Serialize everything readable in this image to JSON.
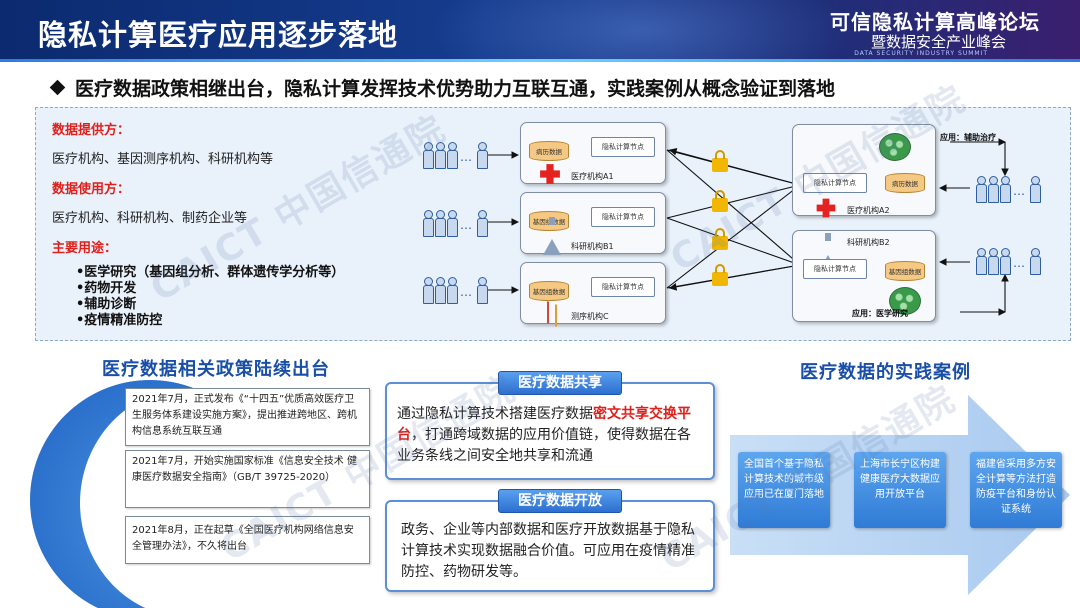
{
  "header": {
    "page_title": "隐私计算医疗应用逐步落地",
    "forum_title": "可信隐私计算高峰论坛",
    "forum_subtitle": "暨数据安全产业峰会",
    "forum_english": "DATA SECURITY INDUSTRY SUMMIT"
  },
  "headline": "医疗数据政策相继出台，隐私计算发挥技术优势助力互联互通，实践案例从概念验证到落地",
  "overview": {
    "provider_label": "数据提供方：",
    "provider_text": "医疗机构、基因测序机构、科研机构等",
    "user_label": "数据使用方：",
    "user_text": "医疗机构、科研机构、制药企业等",
    "use_label": "主要用途：",
    "uses": [
      "•医学研究（基因组分析、群体遗传学分析等）",
      "•药物开发",
      "•辅助诊断",
      "•疫情精准防控"
    ],
    "dots": "…"
  },
  "diagram": {
    "left_institutions": [
      {
        "data_box": "病历数据",
        "node_box": "隐私计算节点",
        "name": "医疗机构A1"
      },
      {
        "data_box": "基因组数据",
        "node_box": "隐私计算节点",
        "name": "科研机构B1"
      },
      {
        "data_box": "基因组数据",
        "node_box": "隐私计算节点",
        "name": "测序机构C"
      }
    ],
    "right_institutions": [
      {
        "data_box": "病历数据",
        "node_box": "隐私计算节点",
        "name": "医疗机构A2"
      },
      {
        "data_box": "基因组数据",
        "node_box": "隐私计算节点",
        "name": "科研机构B2"
      }
    ],
    "app_top": "应用：辅助治疗",
    "app_bottom": "应用：医学研究"
  },
  "policy": {
    "title": "医疗数据相关政策陆续出台",
    "items": [
      "2021年7月，正式发布《“十四五”优质高效医疗卫生服务体系建设实施方案》，提出推进跨地区、跨机构信息系统互联互通",
      "2021年7月，开始实施国家标准《信息安全技术 健康医疗数据安全指南》（GB/T 39725-2020）",
      "2021年8月，正在起草《全国医疗机构网络信息安全管理办法》，不久将出台"
    ]
  },
  "sharing": {
    "tag": "医疗数据共享",
    "text_before": "通过隐私计算技术搭建医疗数据",
    "text_highlight": "密文共享交换平台",
    "text_after": "，打通跨域数据的应用价值链，使得数据在各业务条线之间安全地共享和流通"
  },
  "opening": {
    "tag": "医疗数据开放",
    "text": "政务、企业等内部数据和医疗开放数据基于隐私计算技术实现数据融合价值。可应用在疫情精准防控、药物研发等。"
  },
  "cases": {
    "title": "医疗数据的实践案例",
    "items": [
      "全国首个基于隐私计算技术的城市级应用已在厦门落地",
      "上海市长宁区构建健康医疗大数据应用开放平台",
      "福建省采用多方安全计算等方法打造防疫平台和身份认证系统"
    ]
  },
  "watermark": "CAICT 中国信通院",
  "colors": {
    "header_bg": "#163c8e",
    "accent_red": "#e0201b",
    "accent_blue": "#1a4fa8"
  }
}
